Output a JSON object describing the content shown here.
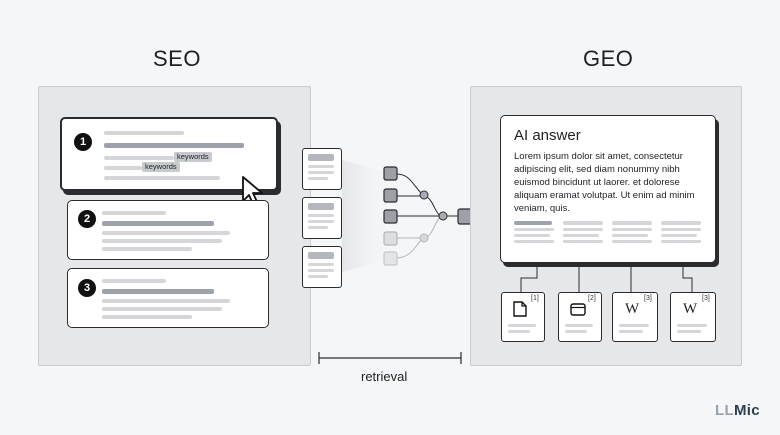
{
  "left": {
    "title": "SEO",
    "results": [
      {
        "number": "1",
        "keywords": [
          "keywords",
          "keywords"
        ]
      },
      {
        "number": "2"
      },
      {
        "number": "3"
      }
    ]
  },
  "right": {
    "title": "GEO",
    "ai_card": {
      "title": "AI answer",
      "body": "Lorem ipsum dolor sit amet, consectetur adipiscing elit, sed diam nonummy nibh euismod bincidunt ut laorer. et dolorese aliquam eramat volutpat. Ut enim ad minim veniam, quis."
    },
    "sources": [
      {
        "ref": "[1]",
        "icon": "document-icon"
      },
      {
        "ref": "[2]",
        "icon": "browser-window-icon"
      },
      {
        "ref": "[3]",
        "icon": "wikipedia-icon",
        "glyph": "W"
      },
      {
        "ref": "[3]",
        "icon": "wikipedia-icon",
        "glyph": "W"
      }
    ]
  },
  "middle": {
    "label": "retrieval"
  },
  "brand": {
    "prefix": "LL",
    "suffix": "Mic",
    "prefix_color": "#9aa3ad",
    "suffix_color": "#2c3e50"
  }
}
